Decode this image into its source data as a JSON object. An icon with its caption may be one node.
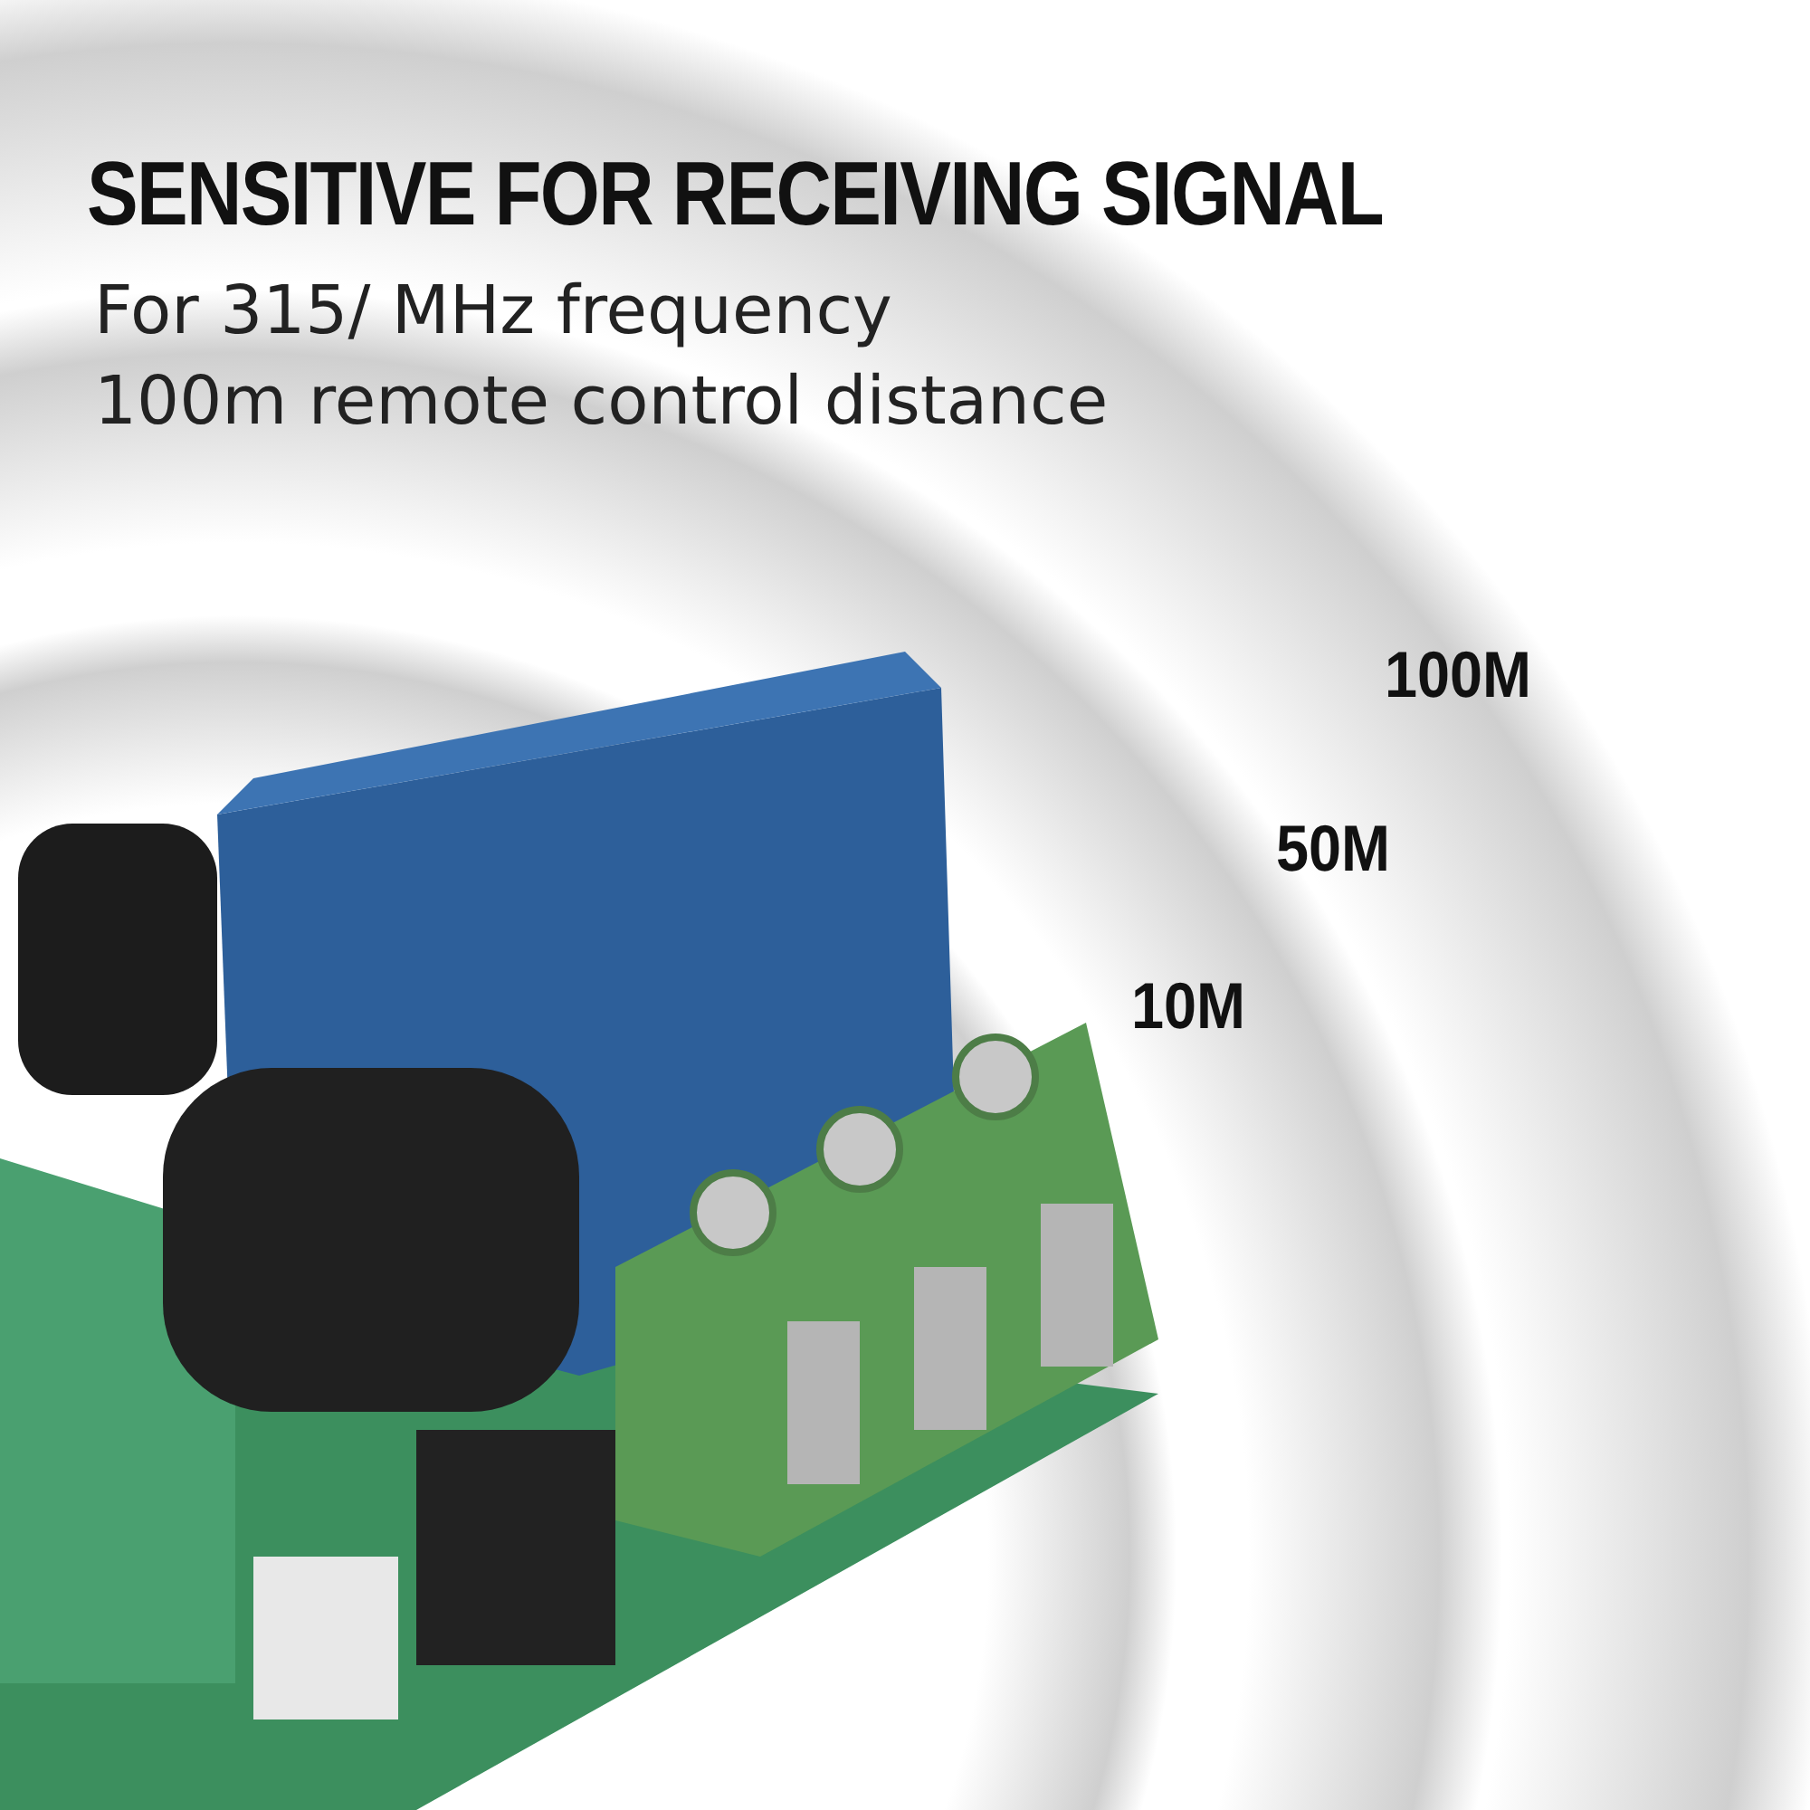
{
  "diagram": {
    "title": "SENSITIVE FOR RECEIVING SIGNAL",
    "labels": [
      "For 315/ MHz frequency",
      "100m remote control distance",
      "100M",
      "50M",
      "10M"
    ]
  }
}
